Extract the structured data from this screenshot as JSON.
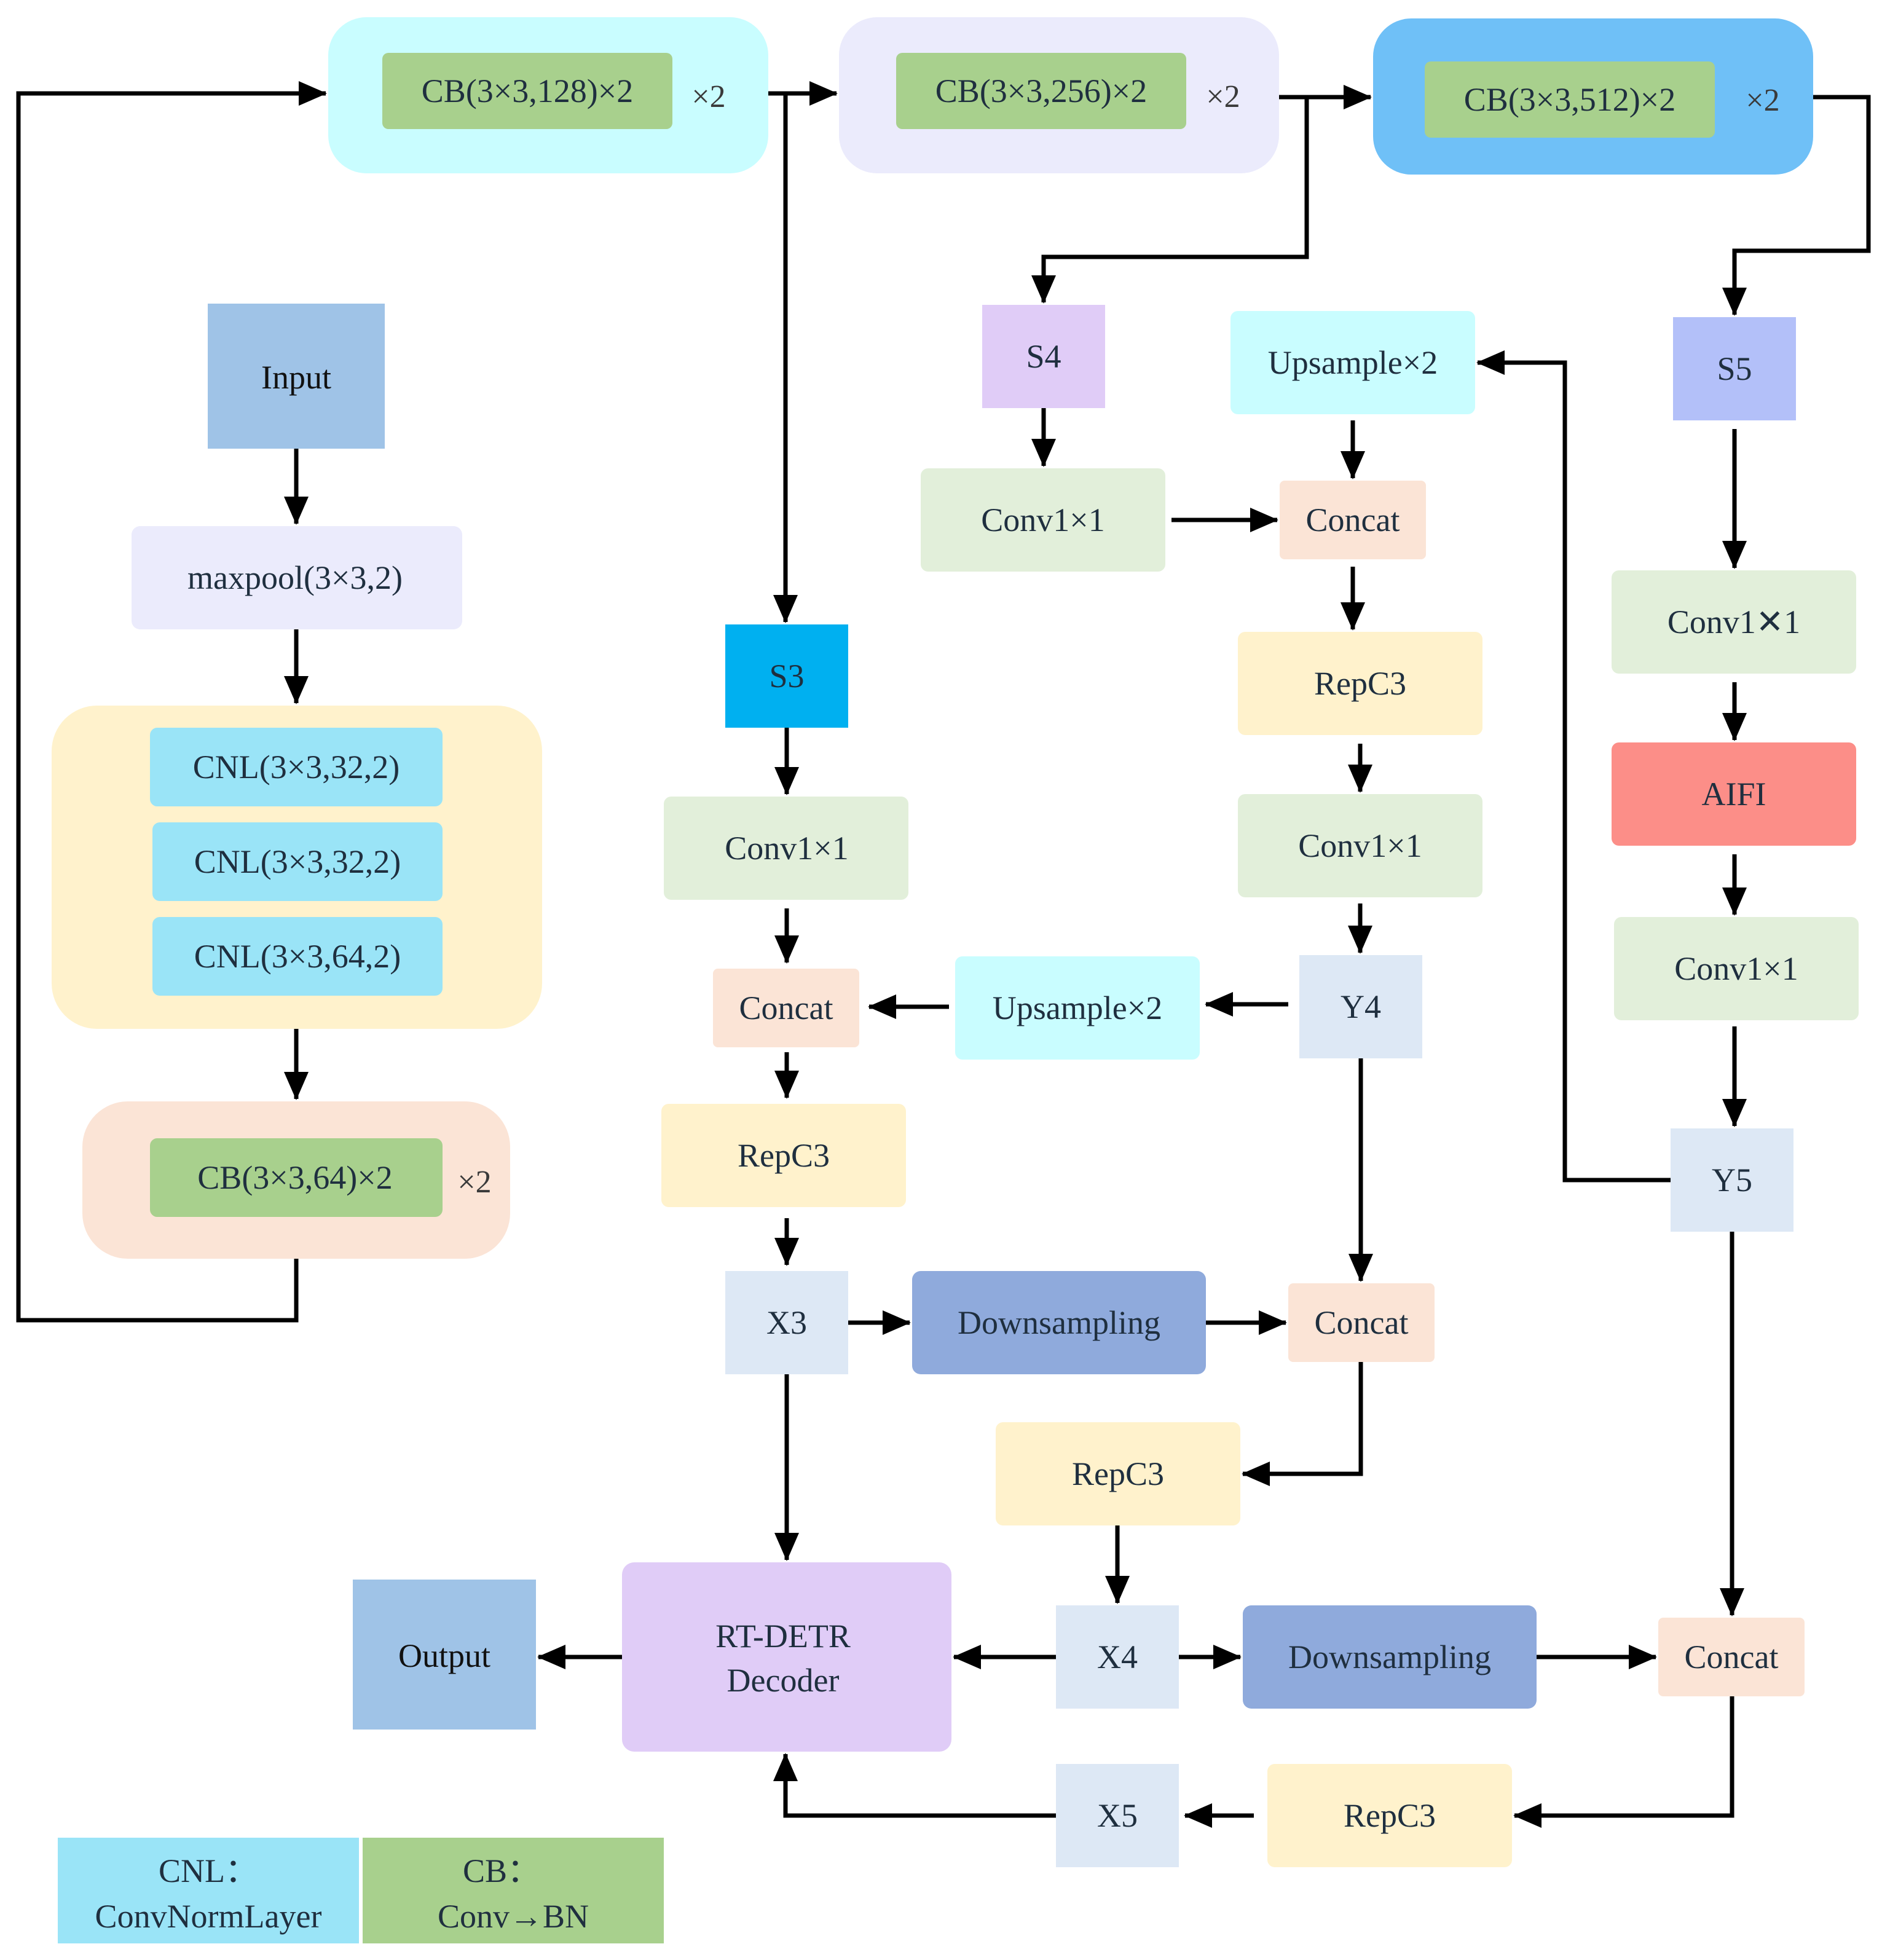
{
  "colors": {
    "cyan_light": "#c9fdff",
    "lavender": "#ebebfc",
    "blue_sky": "#6fc0f7",
    "green": "#a8d08d",
    "green_light": "#e2efda",
    "cnl_blue": "#9ae4f7",
    "input_blue": "#9fc3e7",
    "purple": "#e0ccf7",
    "periwinkle": "#b3c0f9",
    "s3_blue": "#00b0f0",
    "peach": "#fbe4d6",
    "yellow_light": "#fff2cc",
    "red": "#fc8e88",
    "pale_blue": "#dde8f5",
    "downsampling": "#8faadc",
    "arrow": "#000000"
  },
  "backbone": {
    "stage128": {
      "label": "CB(3×3,128)×2",
      "repeat": "×2"
    },
    "stage256": {
      "label": "CB(3×3,256)×2",
      "repeat": "×2"
    },
    "stage512": {
      "label": "CB(3×3,512)×2",
      "repeat": "×2"
    },
    "input": "Input",
    "maxpool": "maxpool(3×3,2)",
    "stem": [
      "CNL(3×3,32,2)",
      "CNL(3×3,32,2)",
      "CNL(3×3,64,2)"
    ],
    "stage64": {
      "label": "CB(3×3,64)×2",
      "repeat": "×2"
    }
  },
  "nodes": {
    "s3": "S3",
    "s4": "S4",
    "s5": "S5",
    "s3_conv": "Conv1×1",
    "s4_conv": "Conv1×1",
    "s5_conv": "Conv1✕1",
    "aifi": "AIFI",
    "aifi_conv": "Conv1×1",
    "y5": "Y5",
    "upsample_top": "Upsample×2",
    "concat_top": "Concat",
    "repc3_top": "RepC3",
    "conv_mid": "Conv1×1",
    "y4": "Y4",
    "upsample_mid": "Upsample×2",
    "concat_left": "Concat",
    "repc3_left": "RepC3",
    "x3": "X3",
    "downsampling_1": "Downsampling",
    "concat_mid": "Concat",
    "repc3_mid": "RepC3",
    "x4": "X4",
    "downsampling_2": "Downsampling",
    "concat_right": "Concat",
    "repc3_bottom": "RepC3",
    "x5": "X5",
    "decoder": [
      "RT-DETR",
      "Decoder"
    ],
    "output": "Output"
  },
  "legend": {
    "cnl": [
      "CNL：",
      "ConvNormLayer"
    ],
    "cb": [
      "CB：",
      "Conv→BN"
    ]
  }
}
